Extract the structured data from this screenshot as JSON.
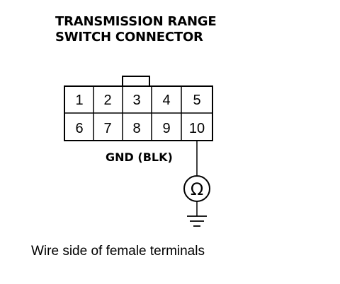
{
  "title": {
    "line1": "TRANSMISSION RANGE",
    "line2": "SWITCH CONNECTOR"
  },
  "connector": {
    "top_row": [
      "1",
      "2",
      "3",
      "4",
      "5"
    ],
    "bottom_row": [
      "6",
      "7",
      "8",
      "9",
      "10"
    ]
  },
  "ground_label": "GND (BLK)",
  "meter_symbol": "Ω",
  "caption": "Wire side of female terminals"
}
